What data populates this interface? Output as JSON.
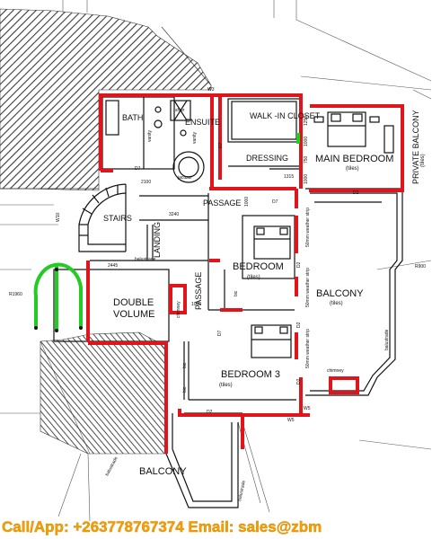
{
  "rooms": {
    "bath": "BATH",
    "ensuite": "ENSUITE",
    "walk_in_closet": "WALK -IN CLOSET",
    "dressing": "DRESSING",
    "main_bedroom": "MAIN BEDROOM",
    "main_bedroom_finish": "(tiles)",
    "private_balcony": "PRIVATE BALCONY",
    "private_balcony_finish": "(tiles)",
    "passage_top": "PASSAGE",
    "stairs": "STAIRS",
    "landing": "LANDING",
    "bedroom_2": "BEDROOM",
    "bedroom_2_finish": "(tiles)",
    "passage_mid": "PASSAGE",
    "double_volume": "DOUBLE VOLUME",
    "balcony_east": "BALCONY",
    "balcony_east_finish": "(tiles)",
    "bedroom_3": "BEDROOM 3",
    "bedroom_3_finish": "(tiles)",
    "balcony_south": "BALCONY"
  },
  "fixtures": {
    "shwr": "shwr",
    "vanity_1": "vanity",
    "vanity_2": "vanity",
    "jacuzzi": "jacuzzi",
    "chimney_1": "chimney",
    "chimney_2": "chimney",
    "bic_1": "bic",
    "bic_2": "bic",
    "bic_3": "bic",
    "balustrade_1": "balustrade",
    "balustrade_2": "balustrade",
    "balustrade_3": "balustrade",
    "balustrade_4": "balustrade",
    "weather_strip_1": "50mm weather strip",
    "weather_strip_2": "50mm weather strip",
    "weather_strip_3": "50mm weather strip"
  },
  "dimensions": {
    "d_2100": "2100",
    "d_3240": "3240",
    "d_2445": "2445",
    "d_1000a": "1000",
    "d_1000b": "1000",
    "d_1000c": "1000",
    "d_1000d": "1000",
    "d_1250": "1250",
    "d_750": "750",
    "d_1315": "1315",
    "d_r1960": "R1960",
    "d_r900": "R900"
  },
  "openings": {
    "w3": "W3",
    "w10": "W10",
    "w5": "W5",
    "w5b": "W5",
    "d7a": "D7",
    "d7b": "D7",
    "d7c": "D7",
    "d7d": "D7",
    "d2a": "D2",
    "d2b": "D2",
    "d2c": "D2",
    "d2d": "D2",
    "d2e": "D2"
  },
  "banner": {
    "text": "Call/App: +263778767374  Email: sales@zbm"
  },
  "colors": {
    "wall_highlight": "#e0151b",
    "bay_highlight": "#22cc22",
    "roof_hatch": "#444444",
    "banner_text": "#f5a000"
  }
}
